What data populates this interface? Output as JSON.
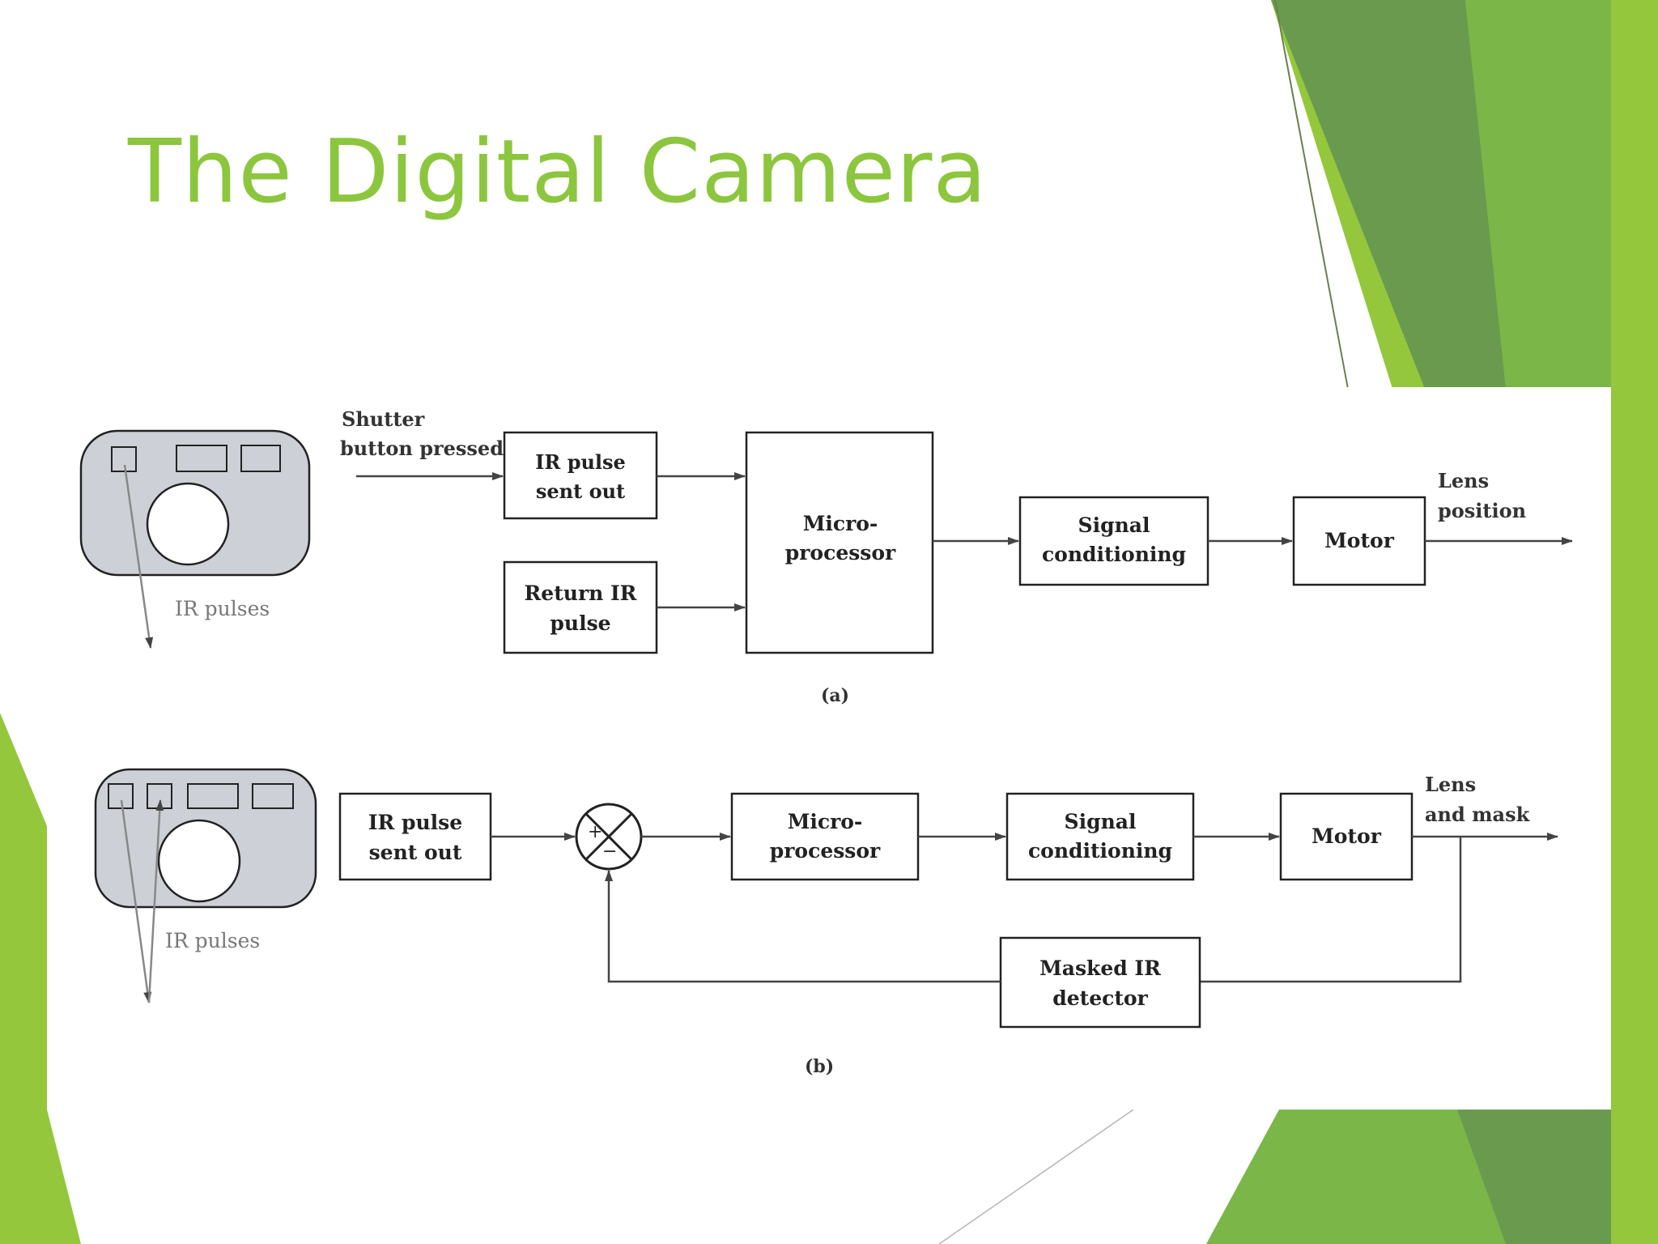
{
  "slide": {
    "title": "The Digital Camera"
  },
  "colors": {
    "title": "#8cc63e",
    "accent_light": "#94c73c",
    "accent_mid": "#7ab648",
    "accent_dark": "#6a9a4e",
    "block_stroke": "#222222",
    "camera_fill": "#cdd0d6"
  },
  "diagram_a": {
    "camera_label": "IR pulses",
    "input_label_line1": "Shutter",
    "input_label_line2": "button pressed",
    "block_ir_line1": "IR pulse",
    "block_ir_line2": "sent out",
    "block_return_line1": "Return IR",
    "block_return_line2": "pulse",
    "block_micro_line1": "Micro-",
    "block_micro_line2": "processor",
    "block_signal_line1": "Signal",
    "block_signal_line2": "conditioning",
    "block_motor": "Motor",
    "output_line1": "Lens",
    "output_line2": "position",
    "caption": "(a)"
  },
  "diagram_b": {
    "camera_label": "IR pulses",
    "block_ir_line1": "IR pulse",
    "block_ir_line2": "sent out",
    "sum_plus": "+",
    "sum_minus": "−",
    "block_micro_line1": "Micro-",
    "block_micro_line2": "processor",
    "block_signal_line1": "Signal",
    "block_signal_line2": "conditioning",
    "block_motor": "Motor",
    "output_line1": "Lens",
    "output_line2": "and mask",
    "block_feedback_line1": "Masked IR",
    "block_feedback_line2": "detector",
    "caption": "(b)"
  }
}
